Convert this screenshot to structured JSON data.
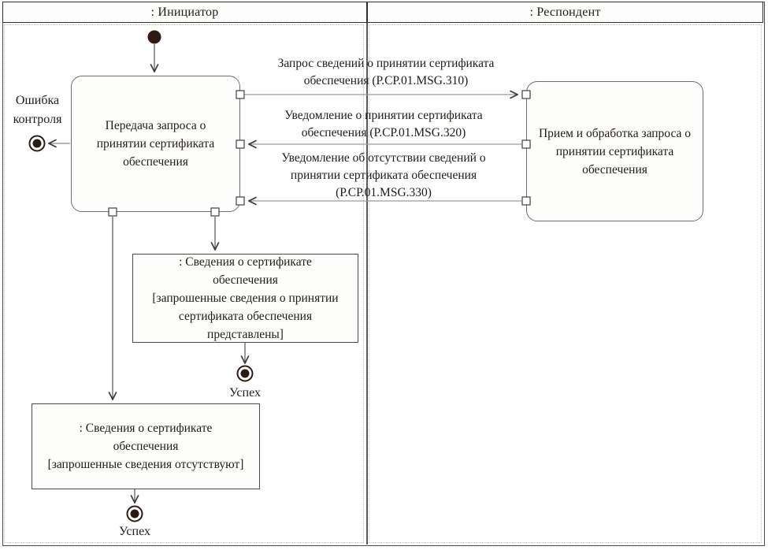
{
  "diagram": {
    "lanes": [
      {
        "title": ": Инициатор"
      },
      {
        "title": ": Респондент"
      }
    ],
    "activities": {
      "initiator": "Передача запроса о принятии сертификата обеспечения",
      "respondent": "Прием и обработка запроса о принятии сертификата обеспечения"
    },
    "objects": {
      "provided": {
        "name": ": Сведения о сертификате обеспечения",
        "state": "[запрошенные сведения о принятии сертификата обеспечения представлены]"
      },
      "absent": {
        "name": ": Сведения о сертификате обеспечения",
        "state": "[запрошенные сведения отсутствуют]"
      }
    },
    "messages": [
      {
        "label": "Запрос сведений о принятии сертификата обеспечения (Р.СР.01.MSG.310)",
        "direction": "initiator-to-respondent"
      },
      {
        "label": "Уведомление о принятии сертификата обеспечения (Р.СР.01.MSG.320)",
        "direction": "respondent-to-initiator"
      },
      {
        "label": "Уведомление об отсутствии сведений о принятии сертификата обеспечения (Р.СР.01.MSG.330)",
        "direction": "respondent-to-initiator"
      }
    ],
    "terminals": {
      "error": "Ошибка контроля",
      "success_provided": "Успех",
      "success_absent": "Успех"
    },
    "colors": {
      "node_fill": "#2d1b13",
      "message_line": "#9a9a9a",
      "flow_line": "#555555",
      "border": "#4a4a4a",
      "background": "#fefefe"
    }
  }
}
